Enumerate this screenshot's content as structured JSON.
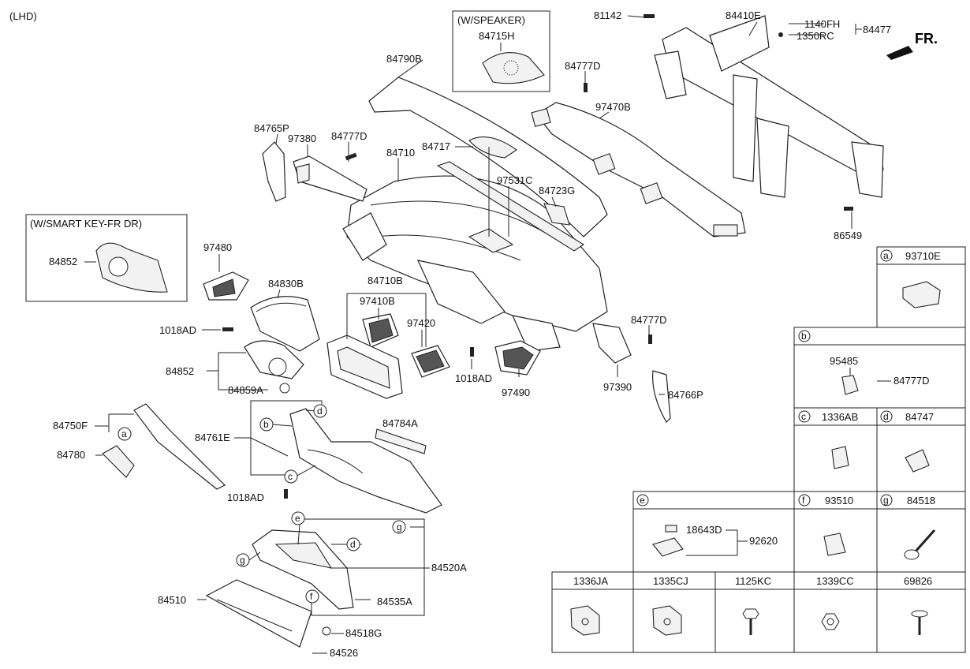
{
  "header": {
    "variant": "(LHD)",
    "direction": "FR."
  },
  "callouts": {
    "speaker_box_title": "(W/SPEAKER)",
    "smartkey_box_title": "(W/SMART KEY-FR DR)"
  },
  "parts": {
    "p84715H": "84715H",
    "p84790B": "84790B",
    "p84777D_a": "84777D",
    "p81142": "81142",
    "p84410E": "84410E",
    "p1140FH": "1140FH",
    "p1350RC": "1350RC",
    "p84477": "84477",
    "p97470B": "97470B",
    "p84765P": "84765P",
    "p97380": "97380",
    "p84777D_b": "84777D",
    "p84710": "84710",
    "p84717": "84717",
    "p97531C": "97531C",
    "p84723G": "84723G",
    "p86549": "86549",
    "p84852_sk": "84852",
    "p97480": "97480",
    "p84830B": "84830B",
    "p84710B": "84710B",
    "p97410B": "97410B",
    "p97420": "97420",
    "p1018AD_a": "1018AD",
    "p84852": "84852",
    "p84859A": "84859A",
    "p1018AD_b": "1018AD",
    "p97490": "97490",
    "p84777D_c": "84777D",
    "p97390": "97390",
    "p84766P": "84766P",
    "p84750F": "84750F",
    "p84780": "84780",
    "p84761E": "84761E",
    "p84784A": "84784A",
    "p1018AD_c": "1018AD",
    "p84520A": "84520A",
    "p84535A": "84535A",
    "p84510": "84510",
    "p84518G": "84518G",
    "p84526": "84526"
  },
  "letters": {
    "a": "a",
    "b": "b",
    "c": "c",
    "d": "d",
    "e": "e",
    "f": "f",
    "g": "g"
  },
  "table": {
    "a": {
      "letter": "a",
      "part": "93710E"
    },
    "b": {
      "letter": "b",
      "part1": "95485",
      "part2": "84777D"
    },
    "c": {
      "letter": "c",
      "part": "1336AB"
    },
    "d": {
      "letter": "d",
      "part": "84747"
    },
    "e": {
      "letter": "e",
      "part1": "18643D",
      "part2": "92620"
    },
    "f": {
      "letter": "f",
      "part": "93510"
    },
    "g": {
      "letter": "g",
      "part": "84518"
    },
    "bottom": [
      "1336JA",
      "1335CJ",
      "1125KC",
      "1339CC",
      "69826"
    ]
  }
}
